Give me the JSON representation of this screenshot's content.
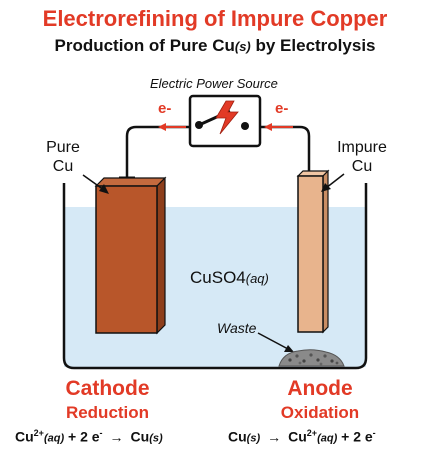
{
  "title": "Electrorefining of Impure Copper",
  "subtitle": {
    "text": "Production of Pure Cu",
    "suffix": "(s)",
    "tail": " by Electrolysis"
  },
  "power_source": {
    "label": "Electric Power Source"
  },
  "electron_flow": {
    "left_label": "e-",
    "right_label": "e-"
  },
  "cathode_electrode": {
    "label_line1": "Pure",
    "label_line2": "Cu"
  },
  "anode_electrode": {
    "label_line1": "Impure",
    "label_line2": "Cu"
  },
  "solution": {
    "formula": "CuSO4",
    "phase": "(aq)"
  },
  "waste_label": "Waste",
  "cathode": {
    "title": "Cathode",
    "process": "Reduction",
    "equation": {
      "reactant": "Cu",
      "charge": "2+",
      "phase1": "(aq)",
      "middle": " + 2 e",
      "e_sup": "-",
      "arrow": "→",
      "product": "Cu",
      "phase2": "(s)"
    }
  },
  "anode": {
    "title": "Anode",
    "process": "Oxidation",
    "equation": {
      "reactant": "Cu",
      "phase1": "(s)",
      "arrow": "→",
      "product": "Cu",
      "charge": "2+",
      "phase2": "(aq)",
      "plus": " + 2 e",
      "e_sup": "-"
    }
  },
  "colors": {
    "title_red": "#e23a26",
    "solution_blue": "#d6e9f6",
    "cathode_copper": "#b8562a",
    "anode_copper": "#e8b48d",
    "lightning": "#e23a26"
  }
}
